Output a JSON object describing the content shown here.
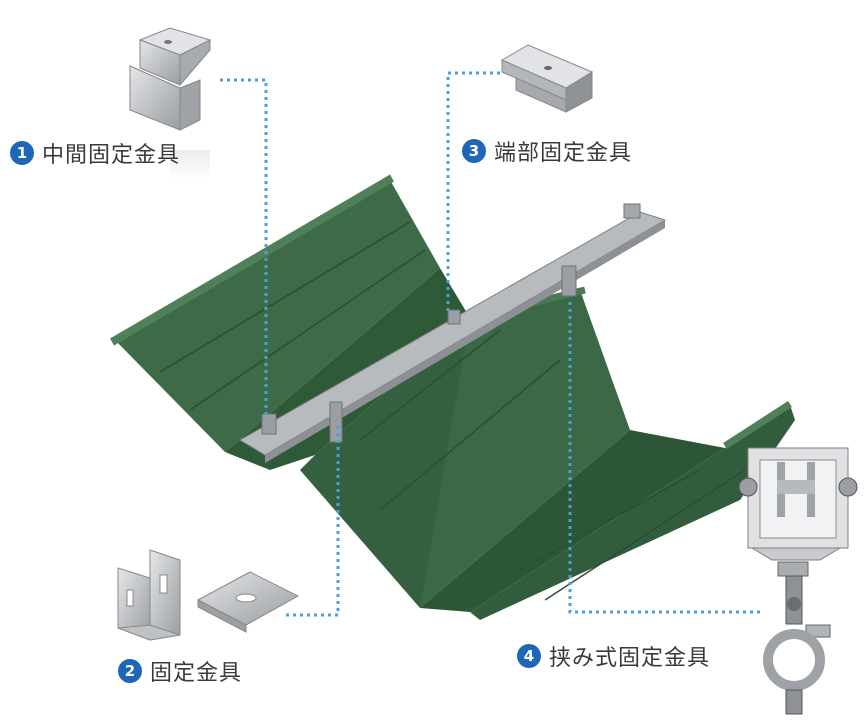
{
  "callouts": [
    {
      "number": "1",
      "label": "中間固定金具"
    },
    {
      "number": "2",
      "label": "固定金具"
    },
    {
      "number": "3",
      "label": "端部固定金具"
    },
    {
      "number": "4",
      "label": "挟み式固定金具"
    }
  ],
  "colors": {
    "roof": "#35603f",
    "roof_dark": "#244a2e",
    "roof_light": "#4a7a55",
    "rail": "#a9acb0",
    "metal": "#c7c9cc",
    "leader": "#4aa0dc",
    "badge": "#1e66b8"
  }
}
